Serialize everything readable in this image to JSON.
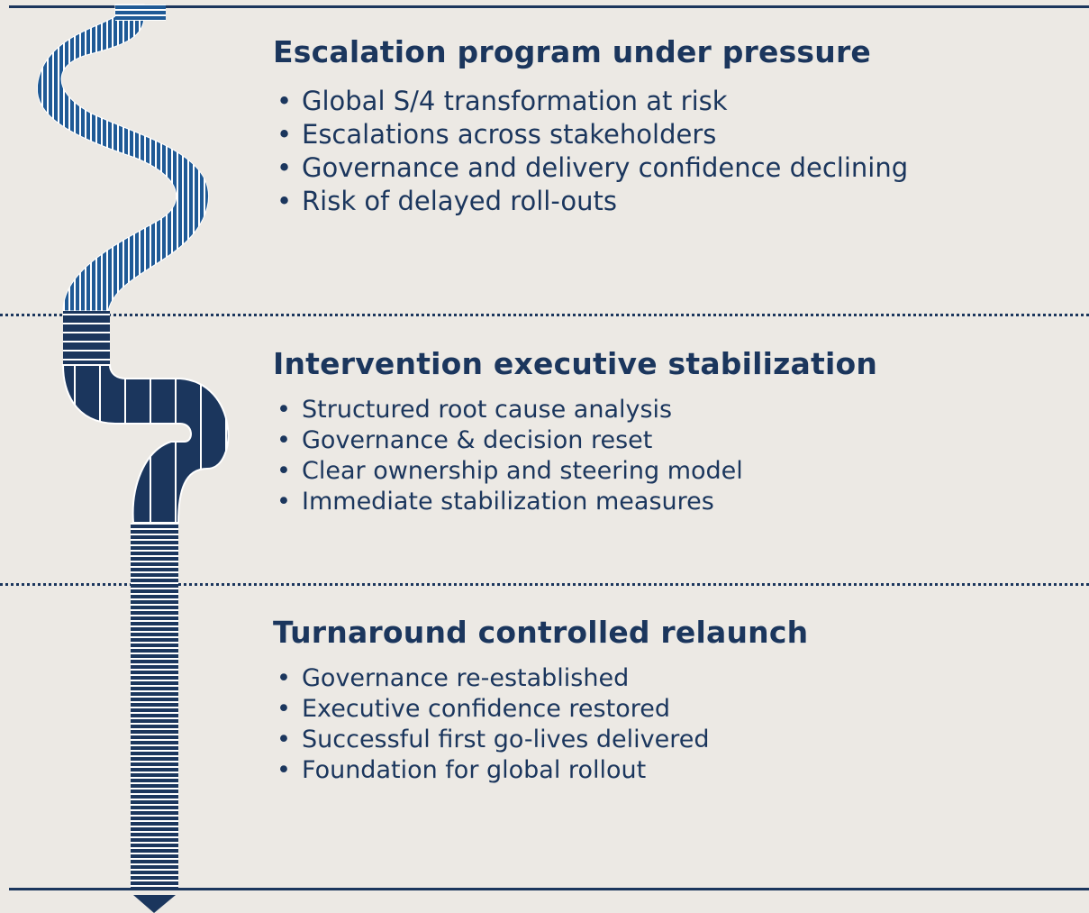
{
  "sections": [
    {
      "title": "Escalation program under pressure",
      "bullets": [
        "Global S/4 transformation at risk",
        "Escalations across stakeholders",
        "Governance and delivery confidence declining",
        "Risk of delayed roll-outs"
      ]
    },
    {
      "title": "Intervention executive stabilization",
      "bullets": [
        "Structured root cause analysis",
        "Governance & decision reset",
        "Clear ownership and steering model",
        "Immediate stabilization measures"
      ]
    },
    {
      "title": "Turnaround controlled relaunch",
      "bullets": [
        "Governance re-established",
        "Executive confidence restored",
        "Successful first go-lives delivered",
        "Foundation for global rollout"
      ]
    }
  ],
  "colors": {
    "background": "#ece9e4",
    "navy": "#1b365d",
    "blue": "#1f5a96",
    "stripe": "#ffffff"
  },
  "icons": {
    "pipe": "winding-striped-pipe-arrow"
  }
}
